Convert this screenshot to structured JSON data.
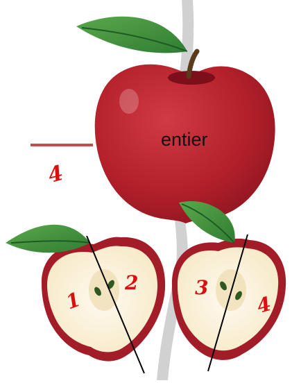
{
  "whole_apple": {
    "label": "entier"
  },
  "fraction": {
    "denominator": "4"
  },
  "pieces": [
    {
      "label": "1"
    },
    {
      "label": "2"
    },
    {
      "label": "3"
    },
    {
      "label": "4"
    }
  ],
  "colors": {
    "apple_red": "#b3202a",
    "leaf_green": "#2f7d33",
    "flesh": "#fbf3dc",
    "label_red": "#d90f10",
    "fraction_bar": "#c0504d",
    "path_grey": "#a9a9a9"
  }
}
